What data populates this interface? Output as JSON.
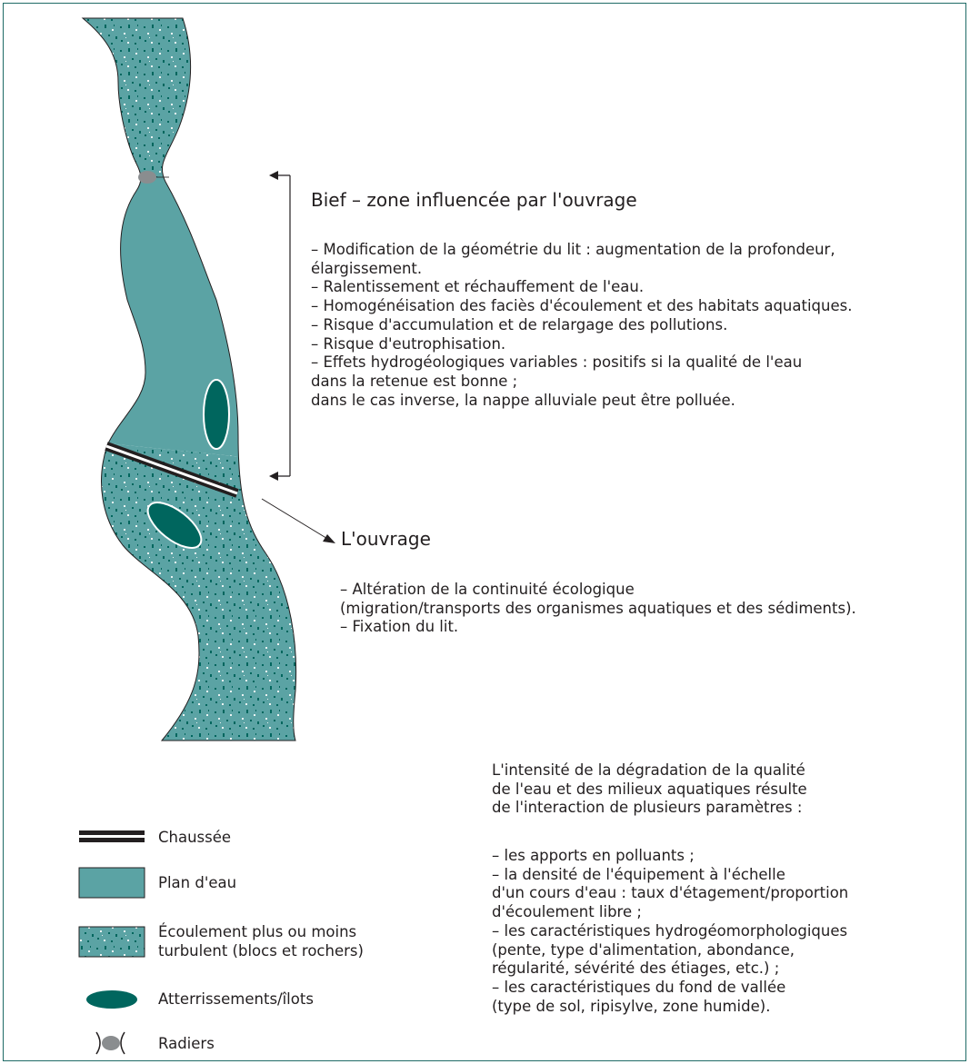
{
  "bief": {
    "title": "Bief – zone influencée par l'ouvrage",
    "lines": [
      "– Modification de la géométrie du lit : augmentation de la profondeur,",
      "   élargissement.",
      "– Ralentissement et réchauffement de l'eau.",
      "– Homogénéisation des faciès d'écoulement et des habitats aquatiques.",
      "– Risque d'accumulation et de relargage des pollutions.",
      "– Risque d'eutrophisation.",
      "– Effets hydrogéologiques variables : positifs si la qualité de l'eau",
      "  dans la retenue est bonne ;",
      "  dans le cas inverse, la nappe alluviale peut être polluée."
    ]
  },
  "ouvrage": {
    "title": "L'ouvrage",
    "lines": [
      "– Altération de la continuité écologique",
      "  (migration/transports des organismes aquatiques et des sédiments).",
      "– Fixation du lit."
    ]
  },
  "intensity": {
    "intro": [
      "L'intensité de la dégradation de la qualité",
      "de l'eau et des milieux aquatiques résulte",
      "de l'interaction de plusieurs paramètres :"
    ],
    "lines": [
      "– les apports en polluants ;",
      "– la densité de l'équipement à l'échelle",
      "   d'un cours d'eau : taux d'étagement/proportion",
      "   d'écoulement libre ;",
      "– les caractéristiques hydrogéomorphologiques",
      "   (pente, type d'alimentation, abondance,",
      "   régularité, sévérité des étiages, etc.) ;",
      "– les caractéristiques du fond de vallée",
      "   (type de sol, ripisylve, zone humide)."
    ]
  },
  "legend": {
    "chaussee": "Chaussée",
    "plan_eau": "Plan d'eau",
    "ecoulement": [
      "Écoulement plus ou moins",
      "turbulent (blocs et rochers)"
    ],
    "atterrissements": "Atterrissements/îlots",
    "radiers": "Radiers"
  },
  "colors": {
    "water": "#5ba3a4",
    "dark_teal": "#00665e",
    "frame": "#1f6b66",
    "radier_grey": "#8a8d8f"
  }
}
